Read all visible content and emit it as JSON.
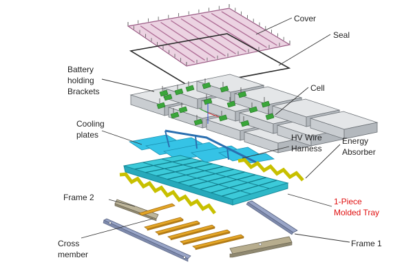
{
  "labels": {
    "cover": "Cover",
    "seal": "Seal",
    "battery_holding_brackets": [
      "Battery",
      "holding",
      "Brackets"
    ],
    "cell": "Cell",
    "cooling_plates": [
      "Cooling",
      "plates"
    ],
    "hv_wire_harness": [
      "HV Wire",
      "Harness"
    ],
    "energy_absorber": [
      "Energy",
      "Absorber"
    ],
    "frame_2": "Frame 2",
    "molded_tray": [
      "1-Piece",
      "Molded Tray"
    ],
    "cross_member": [
      "Cross",
      "member"
    ],
    "frame_1": "Frame 1"
  },
  "colors": {
    "cover": "#e8c8dc",
    "cover_stroke": "#9a5a84",
    "seal": "#333333",
    "cell_top": "#e4e6e8",
    "cell_side": "#c9cdd1",
    "bracket": "#3aa63a",
    "cooling": "#35c3e6",
    "tray": "#36c8d8",
    "harness": "#2a6fb0",
    "absorber": "#e8e000",
    "cross_member": "#e0a020",
    "frame": "#b8b098",
    "frame1": "#9aa6c8",
    "highlight_text": "#e01010"
  }
}
